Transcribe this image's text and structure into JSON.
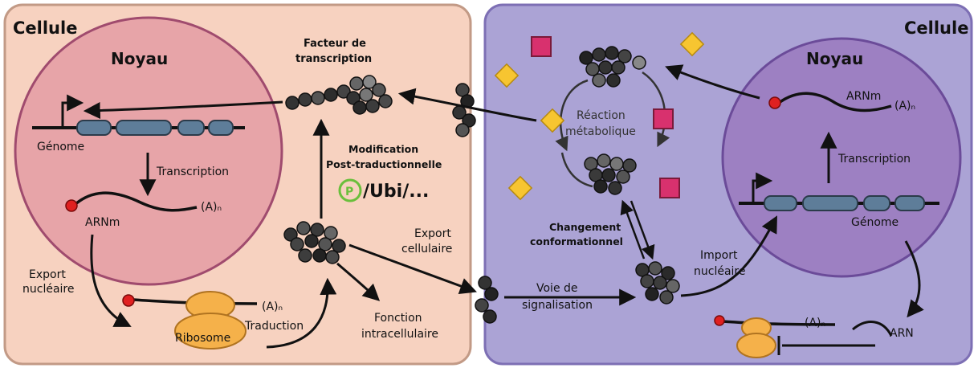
{
  "colors": {
    "left_cell_fill": "#f7d2c0",
    "left_cell_stroke": "#c29a86",
    "left_nucleus_fill": "#e7a4a8",
    "left_nucleus_stroke": "#a04b6e",
    "right_cell_fill": "#aba3d5",
    "right_cell_stroke": "#7d6fb4",
    "right_nucleus_fill": "#9d80c2",
    "right_nucleus_stroke": "#6b4b99",
    "gene_box": "#5e7d99",
    "ribosome": "#f5b14a",
    "cap": "#e02020",
    "metabolite_diamond": "#f7c531",
    "metabolite_square": "#d8316e",
    "phospho_ring": "#6abf3c",
    "protein": "#3a3a3a"
  },
  "left_cell": {
    "title": "Cellule",
    "nucleus": "Noyau",
    "genome": "Génome",
    "transcription": "Transcription",
    "mrna": "ARNm",
    "polya": "(A)ₙ",
    "export_nuclear": [
      "Export",
      "nucléaire"
    ],
    "ribosome": "Ribosome",
    "translation": "Traduction",
    "polya_ribosome": "(A)ₙ",
    "tf": [
      "Facteur de",
      "transcription"
    ],
    "ptm": [
      "Modification",
      "Post-traductionnelle"
    ],
    "ptm_mark": "/Ubi/...",
    "phospho_letter": "P",
    "export_cellular": [
      "Export",
      "cellulaire"
    ],
    "intracellular": [
      "Fonction",
      "intracellulaire"
    ]
  },
  "middle": {
    "signaling": [
      "Voie de",
      "signalisation"
    ]
  },
  "right_cell": {
    "title": "Cellule",
    "nucleus": "Noyau",
    "metabolic": [
      "Réaction",
      "métabolique"
    ],
    "conformational": [
      "Changement",
      "conformationnel"
    ],
    "import_nuclear": [
      "Import",
      "nucléaire"
    ],
    "mrna": "ARNm",
    "polya": "(A)ₙ",
    "transcription": "Transcription",
    "genome": "Génome",
    "rna": "ARN",
    "polya_ribosome": "(A)ₙ"
  }
}
